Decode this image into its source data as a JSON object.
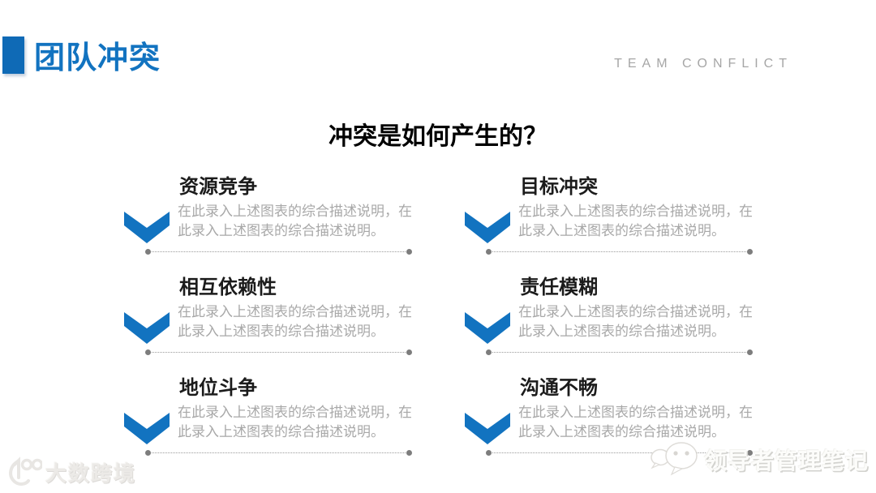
{
  "slide": {
    "header": {
      "title": "团队冲突",
      "subtitle": "TEAM CONFLICT",
      "accent_icon": "accent-square"
    },
    "question_heading": "冲突是如何产生的？",
    "items": [
      {
        "title": "资源竞争",
        "desc_line1": "在此录入上述图表的综合描述说明，在",
        "desc_line2": "此录入上述图表的综合描述说明。",
        "icon": "chevron-down-icon"
      },
      {
        "title": "目标冲突",
        "desc_line1": "在此录入上述图表的综合描述说明，在",
        "desc_line2": "此录入上述图表的综合描述说明。",
        "icon": "chevron-down-icon"
      },
      {
        "title": "相互依赖性",
        "desc_line1": "在此录入上述图表的综合描述说明，在",
        "desc_line2": "此录入上述图表的综合描述说明。",
        "icon": "chevron-down-icon"
      },
      {
        "title": "责任模糊",
        "desc_line1": "在此录入上述图表的综合描述说明，在",
        "desc_line2": "此录入上述图表的综合描述说明。",
        "icon": "chevron-down-icon"
      },
      {
        "title": "地位斗争",
        "desc_line1": "在此录入上述图表的综合描述说明，在",
        "desc_line2": "此录入上述图表的综合描述说明。",
        "icon": "chevron-down-icon"
      },
      {
        "title": "沟通不畅",
        "desc_line1": "在此录入上述图表的综合描述说明，在",
        "desc_line2": "此录入上述图表的综合描述说明。",
        "icon": "chevron-down-icon"
      }
    ],
    "watermark_left": {
      "icon": "100-swoosh-logo-icon",
      "text": "大数跨境"
    },
    "watermark_right": {
      "icon": "wechat-icon",
      "text": "领导者管理笔记"
    },
    "colors": {
      "accent_blue": "#1273C0",
      "square_blue": "#0F6AB6",
      "desc_gray": "#A8A8A8",
      "subtitle_gray": "#A6A6A6",
      "line_gray": "#9B9B9B",
      "dot_gray": "#7D7D7D"
    }
  }
}
